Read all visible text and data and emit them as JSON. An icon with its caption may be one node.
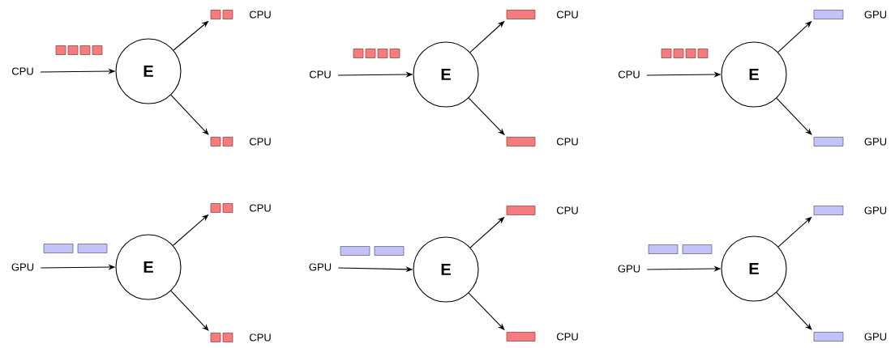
{
  "diagram": {
    "nodes": [
      {
        "text": [
          "CPU"
        ]
      },
      {
        "text": [
          "E"
        ]
      },
      {
        "text": [],
        "shape": "box",
        "beside": [
          "CPU"
        ]
      },
      {
        "text": [],
        "shape": "box",
        "beside": [
          "CPU"
        ]
      },
      {
        "text": [
          "CPU"
        ]
      },
      {
        "text": [
          "E"
        ]
      },
      {
        "text": [],
        "shape": "box",
        "beside": [
          "CPU"
        ]
      },
      {
        "text": [],
        "shape": "box",
        "beside": [
          "CPU"
        ]
      },
      {
        "text": [
          "CPU"
        ]
      },
      {
        "text": [
          "E"
        ]
      },
      {
        "text": [],
        "shape": "box",
        "beside": [
          "GPU"
        ]
      },
      {
        "text": [],
        "shape": "box",
        "beside": [
          "GPU"
        ]
      },
      {
        "text": [
          "GPU"
        ]
      },
      {
        "text": [
          "E"
        ]
      },
      {
        "text": [],
        "shape": "box",
        "beside": [
          "CPU"
        ]
      },
      {
        "text": [],
        "shape": "box",
        "beside": [
          "CPU"
        ]
      },
      {
        "text": [
          "GPU"
        ]
      },
      {
        "text": [
          "E"
        ]
      },
      {
        "text": [],
        "shape": "box",
        "beside": [
          "CPU"
        ]
      },
      {
        "text": [],
        "shape": "box",
        "beside": [
          "CPU"
        ]
      },
      {
        "text": [
          "GPU"
        ]
      },
      {
        "text": [
          "E"
        ]
      },
      {
        "text": [],
        "shape": "box",
        "beside": [
          "GPU"
        ]
      },
      {
        "text": [],
        "shape": "box",
        "beside": [
          "GPU"
        ]
      }
    ],
    "edges": [
      {
        "from": 0,
        "to": 1,
        "arrow": "to"
      },
      {
        "from": 1,
        "to": 2,
        "arrow": "to"
      },
      {
        "from": 1,
        "to": 3,
        "arrow": "to"
      },
      {
        "from": 4,
        "to": 5,
        "arrow": "to"
      },
      {
        "from": 5,
        "to": 6,
        "arrow": "to"
      },
      {
        "from": 5,
        "to": 7,
        "arrow": "to"
      },
      {
        "from": 8,
        "to": 9,
        "arrow": "to"
      },
      {
        "from": 9,
        "to": 10,
        "arrow": "to"
      },
      {
        "from": 9,
        "to": 11,
        "arrow": "to"
      },
      {
        "from": 12,
        "to": 13,
        "arrow": "to"
      },
      {
        "from": 13,
        "to": 14,
        "arrow": "to"
      },
      {
        "from": 13,
        "to": 15,
        "arrow": "to"
      },
      {
        "from": 16,
        "to": 17,
        "arrow": "to"
      },
      {
        "from": 17,
        "to": 18,
        "arrow": "to"
      },
      {
        "from": 17,
        "to": 19,
        "arrow": "to"
      },
      {
        "from": 20,
        "to": 21,
        "arrow": "to"
      },
      {
        "from": 21,
        "to": 22,
        "arrow": "to"
      },
      {
        "from": 21,
        "to": 23,
        "arrow": "to"
      }
    ]
  }
}
